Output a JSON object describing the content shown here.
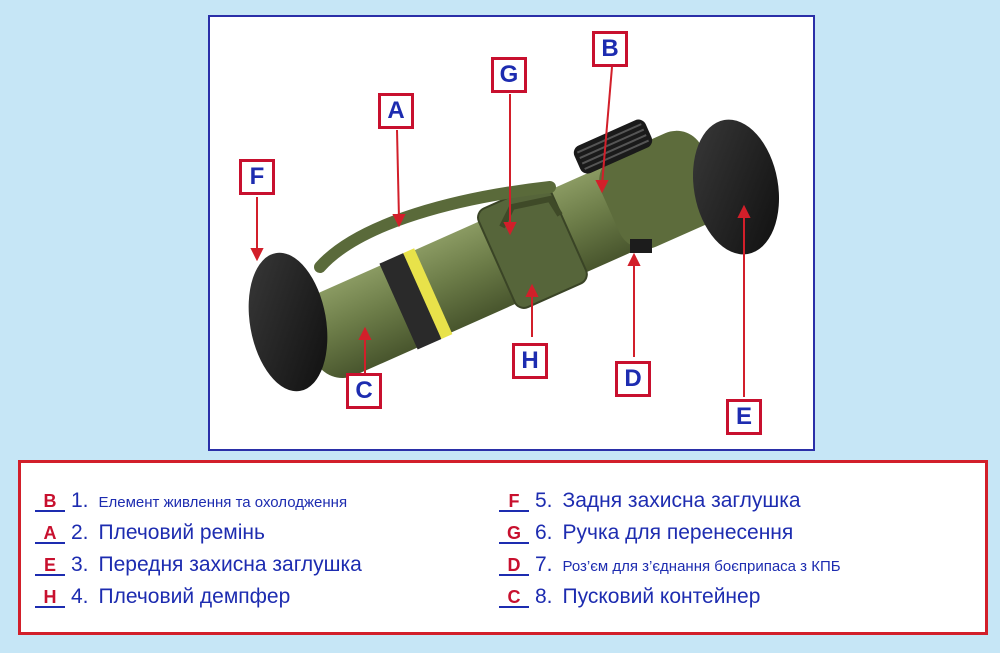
{
  "callouts": {
    "A": "A",
    "B": "B",
    "C": "C",
    "D": "D",
    "E": "E",
    "F": "F",
    "G": "G",
    "H": "H"
  },
  "legend": {
    "left": [
      {
        "letter": "B",
        "num": "1.",
        "text": "Елемент живлення та   охолодження"
      },
      {
        "letter": "A",
        "num": "2.",
        "text": "Плечовий ремінь"
      },
      {
        "letter": "E",
        "num": "3.",
        "text": "Передня захисна заглушка"
      },
      {
        "letter": "H",
        "num": "4.",
        "text": "Плечовий демпфер"
      }
    ],
    "right": [
      {
        "letter": "F",
        "num": "5.",
        "text": "Задня захисна заглушка"
      },
      {
        "letter": "G",
        "num": "6.",
        "text": "Ручка для перенесення"
      },
      {
        "letter": "D",
        "num": "7.",
        "text": "Роз’єм для з’єднання боєприпаса з КПБ"
      },
      {
        "letter": "C",
        "num": "8.",
        "text": "Пусковий контейнер"
      }
    ]
  },
  "colors": {
    "background": "#c6e6f6",
    "frame": "#2a2fa8",
    "callout_border": "#c8102e",
    "label_text": "#1d2cb0",
    "launcher_green": "#6e7e4c",
    "cap_black": "#1b1b1b",
    "band_yellow": "#e8e24a"
  }
}
